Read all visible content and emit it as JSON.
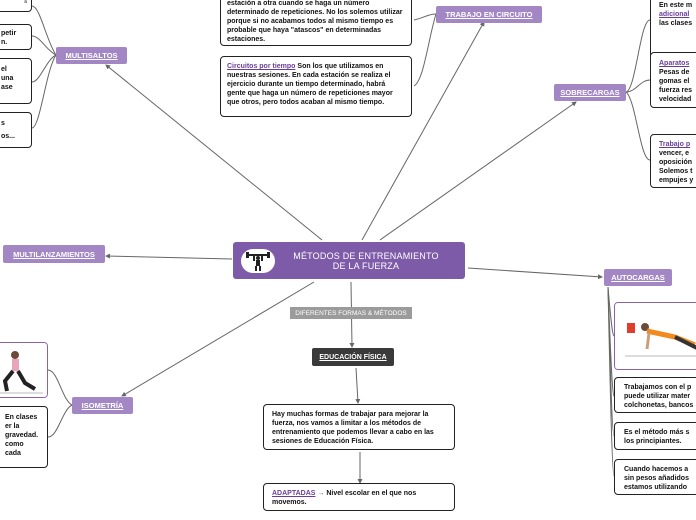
{
  "central": {
    "title_line1": "MÉTODOS DE ENTRENAMIENTO",
    "title_line2": "DE LA FUERZA"
  },
  "subtitle": "DIFERENTES FORMAS & MÉTODOS",
  "topics": {
    "multisaltos": "MULTISALTOS",
    "multilanzamientos": "MULTILANZAMIENTOS",
    "isometria": "ISOMETRÍA",
    "circuito": "TRABAJO EN CIRCUITO",
    "sobrecargas": "SOBRECARGAS",
    "autocargas": "AUTOCARGAS",
    "educacion": "EDUCACIÓN FÍSICA"
  },
  "circuito_notes": {
    "first_text": "estación a otra cuando se haga un número determinado de repeticiones. No los solemos utilizar porque si no acabamos todos al mismo tiempo es probable que haya \"atascos\" en determinadas estaciones.",
    "second_link": "Circuitos por tiempo",
    "second_text": "Son los que utilizamos en nuestras sesiones. En cada estación se realiza el ejercicio durante un tiempo determinado, habrá gente que haga un número de repeticiones mayor que otros, pero todos acaban al mismo tiempo."
  },
  "multisaltos_notes": [
    "petir",
    "n.",
    "el",
    "una",
    "ase",
    "s",
    "os..."
  ],
  "isometria_note": "En clases\ner la\ngravedad.\n como\ncada",
  "sobrecargas_notes": {
    "a_line1": "En este m",
    "a_link": "adicional",
    "a_line3": "las clases",
    "b_link": "Aparatos",
    "b_line2": "Pesas de",
    "b_line3": "gomas el",
    "b_line4": "fuerza res",
    "b_line5": "velocidad",
    "c_link": "Trabajo p",
    "c_line2": "vencer, e",
    "c_line3": "oposición",
    "c_line4": "Solemos t",
    "c_line5": "empujes y"
  },
  "autocargas_notes": {
    "a": "Trabajamos con el p\npuede utilizar mater\ncolchonetas, bancos",
    "b": "Es el método más s\nlos principiantes.",
    "c": "Cuando hacemos a\nsin pesos añadidos\nestamos utilizando"
  },
  "educacion_note": "Hay muchas formas de trabajar para mejorar la fuerza, nos vamos a limitar a los métodos de entrenamiento que podemos llevar a cabo en las sesiones de Educación Física.",
  "adaptadas": {
    "link": "ADAPTADAS",
    "arrow": "→",
    "text": "Nivel escolar en el que nos movemos."
  },
  "colors": {
    "central": "#7e5ba8",
    "topic": "#a287c4",
    "dark_topic": "#3a3a3a",
    "link": "#6a3e97"
  },
  "icons": [
    "weightlifter-icon",
    "pushup-photo",
    "lunge-photo"
  ]
}
